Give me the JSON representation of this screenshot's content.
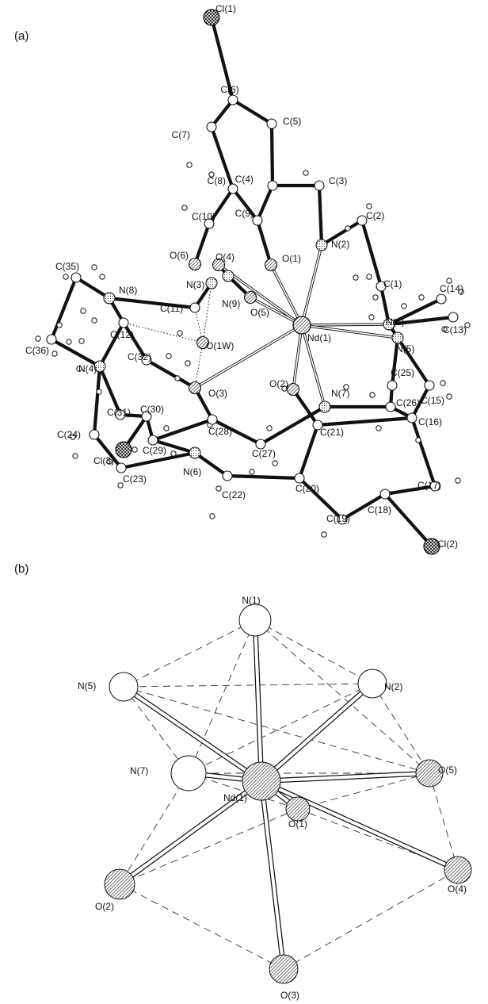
{
  "panels": [
    {
      "id": "a",
      "label": "(a)"
    },
    {
      "id": "b",
      "label": "(b)"
    }
  ],
  "panel_a": {
    "atoms": [
      {
        "id": "Cl1",
        "text": "Cl(1)",
        "el": "Cl"
      },
      {
        "id": "C6",
        "text": "C(6)",
        "el": "C"
      },
      {
        "id": "C7",
        "text": "C(7)",
        "el": "C"
      },
      {
        "id": "C5",
        "text": "C(5)",
        "el": "C"
      },
      {
        "id": "C8",
        "text": "C(8)",
        "el": "C"
      },
      {
        "id": "C4",
        "text": "C(4)",
        "el": "C"
      },
      {
        "id": "C3",
        "text": "C(3)",
        "el": "C"
      },
      {
        "id": "C9",
        "text": "C(9)",
        "el": "C"
      },
      {
        "id": "C10",
        "text": "C(10)",
        "el": "C"
      },
      {
        "id": "N2",
        "text": "N(2)",
        "el": "N"
      },
      {
        "id": "C2",
        "text": "C(2)",
        "el": "C"
      },
      {
        "id": "O6",
        "text": "O(6)",
        "el": "O"
      },
      {
        "id": "O4",
        "text": "O(4)",
        "el": "O"
      },
      {
        "id": "O1",
        "text": "O(1)",
        "el": "O"
      },
      {
        "id": "C35",
        "text": "C(35)",
        "el": "C"
      },
      {
        "id": "N3",
        "text": "N(3)",
        "el": "N"
      },
      {
        "id": "C11",
        "text": "C(11)",
        "el": "C"
      },
      {
        "id": "N9",
        "text": "N(9)",
        "el": "N"
      },
      {
        "id": "O5",
        "text": "O(5)",
        "el": "O"
      },
      {
        "id": "C1",
        "text": "C(1)",
        "el": "C"
      },
      {
        "id": "C14",
        "text": "C(14)",
        "el": "C"
      },
      {
        "id": "N8",
        "text": "N(8)",
        "el": "N"
      },
      {
        "id": "N1",
        "text": "N(1)",
        "el": "N"
      },
      {
        "id": "C13",
        "text": "C(13)",
        "el": "C"
      },
      {
        "id": "Nd1",
        "text": "Nd(1)",
        "el": "Nd"
      },
      {
        "id": "N5",
        "text": "N(5)",
        "el": "N"
      },
      {
        "id": "C12",
        "text": "C(12)",
        "el": "C"
      },
      {
        "id": "O1W",
        "text": "O(1W)",
        "el": "O"
      },
      {
        "id": "C36",
        "text": "C(36)",
        "el": "C"
      },
      {
        "id": "C32",
        "text": "C(32)",
        "el": "C"
      },
      {
        "id": "N4",
        "text": "N(4)",
        "el": "N"
      },
      {
        "id": "C25",
        "text": "C(25)",
        "el": "C"
      },
      {
        "id": "C15",
        "text": "C(15)",
        "el": "C"
      },
      {
        "id": "O2",
        "text": "O(2)",
        "el": "O"
      },
      {
        "id": "O3",
        "text": "O(3)",
        "el": "O"
      },
      {
        "id": "N7",
        "text": "N(7)",
        "el": "N"
      },
      {
        "id": "C26",
        "text": "C(26)",
        "el": "C"
      },
      {
        "id": "C31",
        "text": "C(31)",
        "el": "C"
      },
      {
        "id": "C30",
        "text": "C(30)",
        "el": "C"
      },
      {
        "id": "C16",
        "text": "C(16)",
        "el": "C"
      },
      {
        "id": "C24",
        "text": "C(24)",
        "el": "C"
      },
      {
        "id": "C28",
        "text": "C(28)",
        "el": "C"
      },
      {
        "id": "C21",
        "text": "C(21)",
        "el": "C"
      },
      {
        "id": "C29",
        "text": "C(29)",
        "el": "C"
      },
      {
        "id": "C27",
        "text": "C(27)",
        "el": "C"
      },
      {
        "id": "Cl3",
        "text": "Cl(3)",
        "el": "Cl"
      },
      {
        "id": "N6",
        "text": "N(6)",
        "el": "N"
      },
      {
        "id": "C17",
        "text": "C(17)",
        "el": "C"
      },
      {
        "id": "C23",
        "text": "C(23)",
        "el": "C"
      },
      {
        "id": "C22",
        "text": "C(22)",
        "el": "C"
      },
      {
        "id": "C20",
        "text": "C(20)",
        "el": "C"
      },
      {
        "id": "C18",
        "text": "C(18)",
        "el": "C"
      },
      {
        "id": "C19",
        "text": "C(19)",
        "el": "C"
      },
      {
        "id": "Cl2",
        "text": "Cl(2)",
        "el": "Cl"
      }
    ]
  },
  "panel_b": {
    "atoms": [
      {
        "id": "N1",
        "text": "N(1)",
        "el": "N"
      },
      {
        "id": "N2",
        "text": "N(2)",
        "el": "N"
      },
      {
        "id": "N5",
        "text": "N(5)",
        "el": "N"
      },
      {
        "id": "N7",
        "text": "N(7)",
        "el": "N"
      },
      {
        "id": "Nd1",
        "text": "Nd(1)",
        "el": "Nd"
      },
      {
        "id": "O5",
        "text": "O(5)",
        "el": "O"
      },
      {
        "id": "O1",
        "text": "O(1)",
        "el": "O"
      },
      {
        "id": "O4",
        "text": "O(4)",
        "el": "O"
      },
      {
        "id": "O2",
        "text": "O(2)",
        "el": "O"
      },
      {
        "id": "O3",
        "text": "O(3)",
        "el": "O"
      }
    ]
  }
}
